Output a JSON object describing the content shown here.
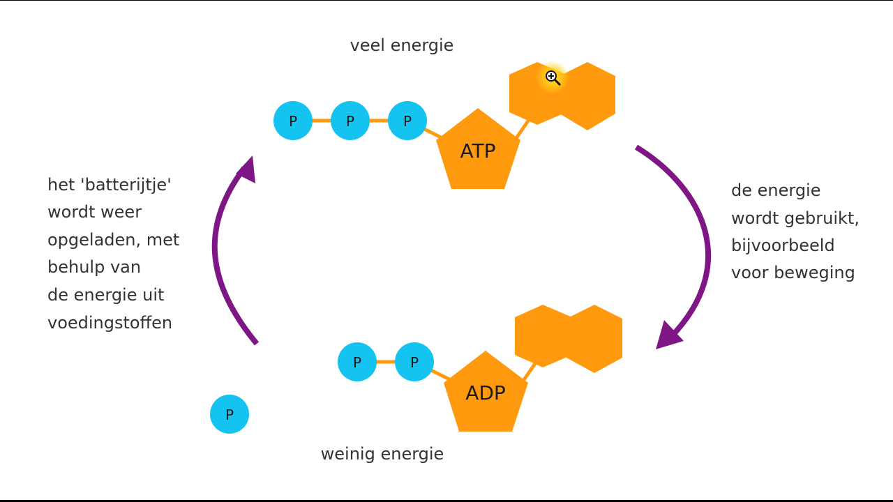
{
  "labels": {
    "top": "veel energie",
    "bottom": "weinig energie"
  },
  "atp": {
    "label": "ATP",
    "phosphate": "P"
  },
  "adp": {
    "label": "ADP",
    "phosphate": "P"
  },
  "free_phosphate": "P",
  "left_text": [
    "het 'batterijtje'",
    "wordt weer",
    "opgeladen, met",
    "behulp van",
    "de energie uit",
    "voedingstoffen"
  ],
  "right_text": [
    "de energie",
    "wordt gebruikt,",
    "bijvoorbeeld",
    "voor beweging"
  ],
  "colors": {
    "phosphate": "#14c3ef",
    "molecule": "#ff9a0f",
    "arrow": "#7e1685",
    "cursor_highlight": "#ffe14d"
  },
  "cursor_icon": "zoom-in-cursor-icon"
}
